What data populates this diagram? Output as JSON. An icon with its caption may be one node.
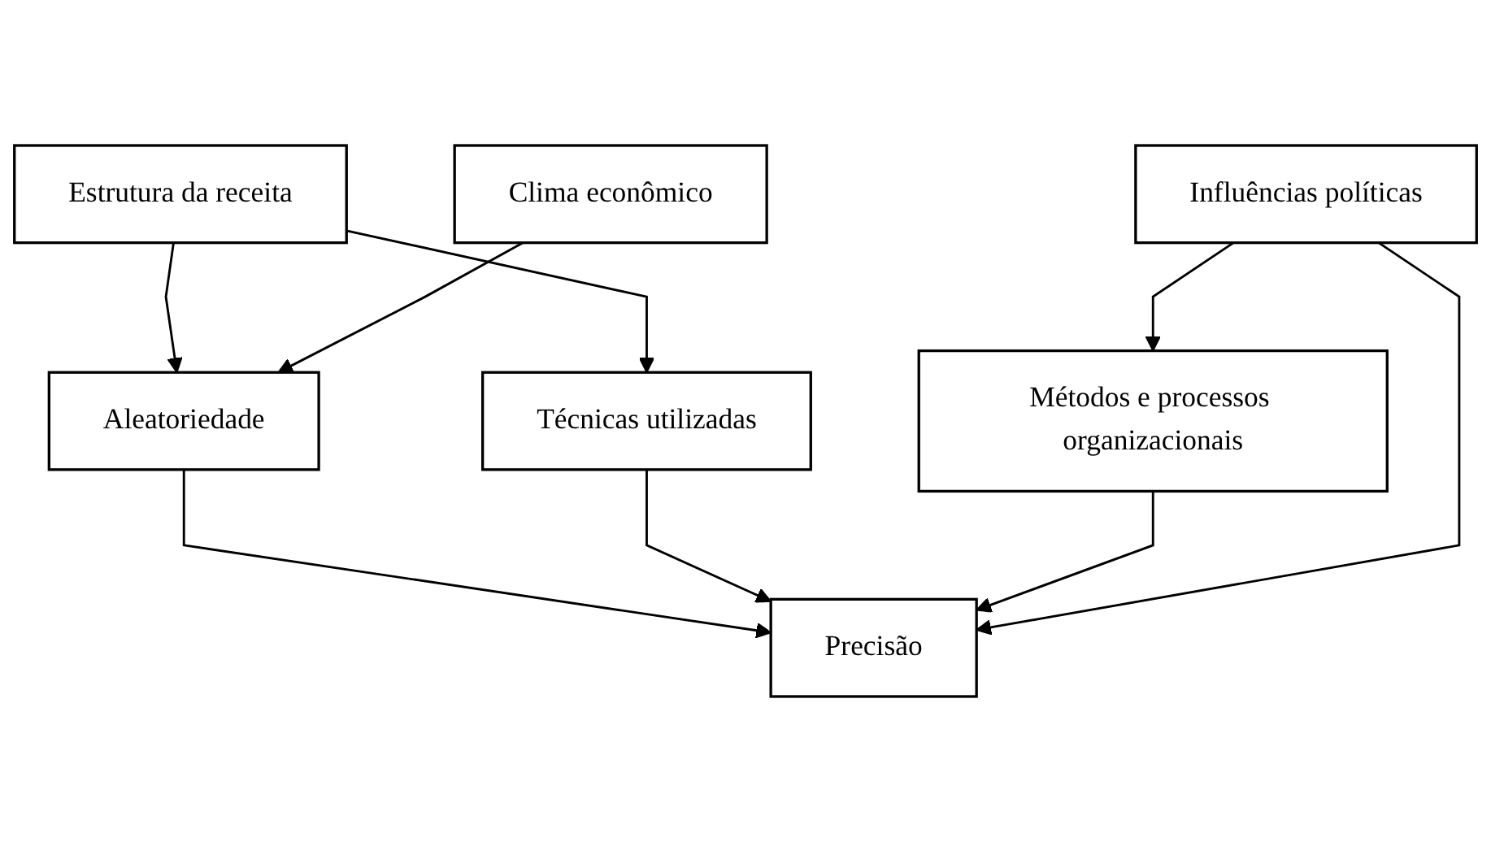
{
  "diagram": {
    "nodes": [
      {
        "text": [
          "Estrutura da receita"
        ]
      },
      {
        "text": [
          "Clima econômico"
        ]
      },
      {
        "text": [
          "Aleatoriedade"
        ]
      },
      {
        "text": [
          "Técnicas utilizadas"
        ]
      },
      {
        "text": [
          "Métodos e processos organizacionais"
        ]
      },
      {
        "text": [
          "Influências políticas"
        ]
      },
      {
        "text": [
          "Precisão"
        ]
      }
    ],
    "edges": [
      {
        "from": 0,
        "to": 2,
        "arrow": "to"
      },
      {
        "from": 1,
        "to": 2,
        "arrow": "to"
      },
      {
        "from": 0,
        "to": 3,
        "arrow": "to"
      },
      {
        "from": 2,
        "to": 6,
        "arrow": "to"
      },
      {
        "from": 3,
        "to": 6,
        "arrow": "to"
      },
      {
        "from": 4,
        "to": 6,
        "arrow": "to"
      },
      {
        "from": 5,
        "to": 4,
        "arrow": "to"
      },
      {
        "from": 5,
        "to": 6,
        "arrow": "to"
      }
    ]
  }
}
